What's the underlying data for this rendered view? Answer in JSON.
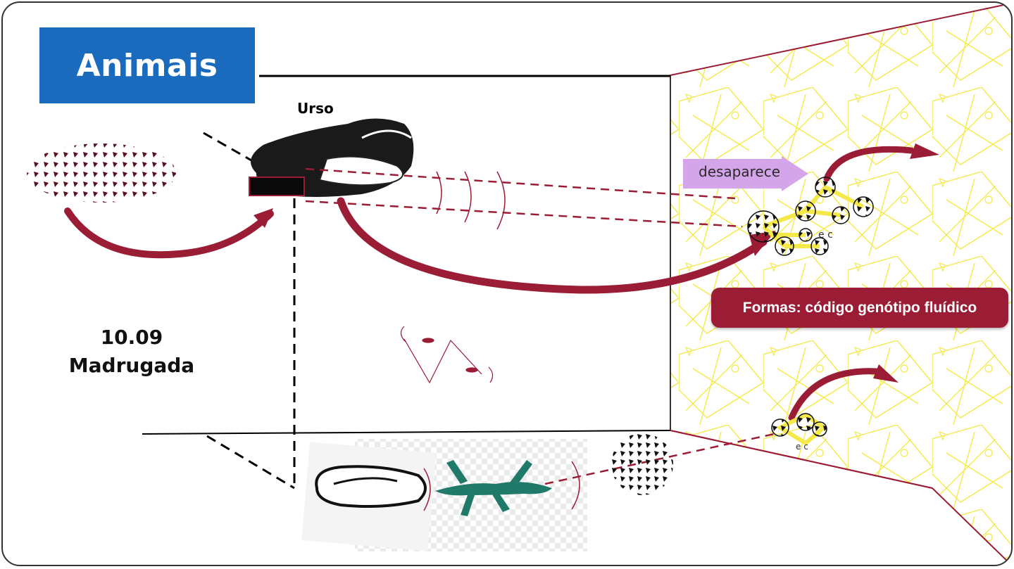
{
  "slide": {
    "title": "Animais",
    "animal_label": "Urso",
    "date": "10.09",
    "time_of_day": "Madrugada",
    "arrow_label": "desaparece",
    "caption": "Formas: código genótipo fluídico",
    "fragment_label": "e c",
    "fragment_label_small": "e c"
  },
  "colors": {
    "title_bg": "#1a6bbd",
    "accent": "#9b1c35",
    "yellow": "#f5e94a",
    "arrow_violet": "#d4a5e8",
    "lizard": "#1f7a6a"
  },
  "icons": {
    "bear": "bear-illustration",
    "lizard": "lizard-illustration",
    "shoe": "slipper-illustration",
    "pattern": "triangle-pattern-cluster"
  }
}
